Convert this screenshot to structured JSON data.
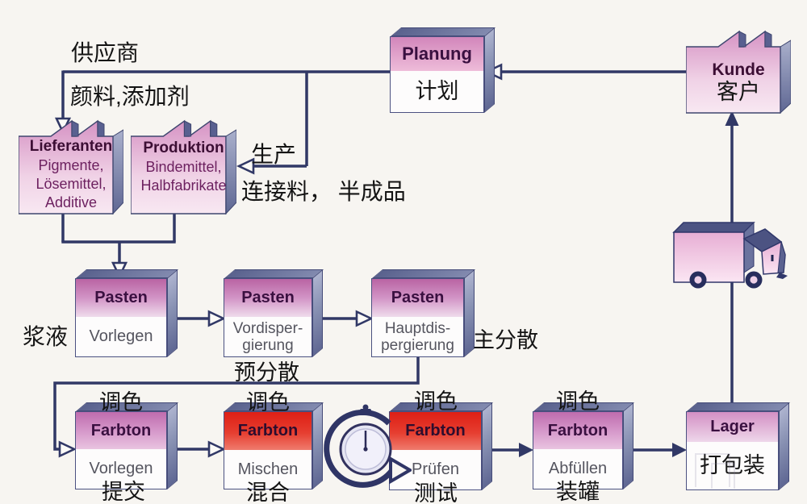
{
  "colors": {
    "connector": "#313866",
    "header_mauve": "#bb66a4",
    "header_red": "#dd2016",
    "factory_pink": "#d693c4",
    "background": "#f7f5f1"
  },
  "labels": {
    "supplier": "供应商",
    "materials": "颜料,添加剂",
    "production": "生产",
    "binder_semifinished": "连接料， 半成品",
    "paste": "浆液"
  },
  "nodes": {
    "planung": {
      "title": "Planung",
      "body": "计划"
    },
    "kunde": {
      "title": "Kunde",
      "body": "客户"
    },
    "lieferanten": {
      "title": "Lieferanten",
      "line1": "Pigmente,",
      "line2": "Lösemittel,",
      "line3": "Additive"
    },
    "produktion": {
      "title": "Produktion",
      "line1": "Bindemittel,",
      "line2": "Halbfabrikate"
    },
    "pasten_vorlegen": {
      "title": "Pasten",
      "body": "Vorlegen"
    },
    "pasten_vordispergierung": {
      "title": "Pasten",
      "line1": "Vordisper-",
      "line2": "gierung",
      "caption": "预分散"
    },
    "pasten_hauptdispergierung": {
      "title": "Pasten",
      "line1": "Hauptdis-",
      "line2": "pergierung",
      "caption": "主分散"
    },
    "farbton_vorlegen": {
      "title": "Farbton",
      "body": "Vorlegen",
      "caption_top": "调色",
      "caption_bottom": "提交"
    },
    "farbton_mischen": {
      "title": "Farbton",
      "body": "Mischen",
      "caption_top": "调色",
      "caption_bottom": "混合"
    },
    "farbton_pruefen": {
      "title": "Farbton",
      "body": "Prüfen",
      "caption_top": "调色",
      "caption_bottom": "测试"
    },
    "farbton_abfuellen": {
      "title": "Farbton",
      "body": "Abfüllen",
      "caption_top": "调色",
      "caption_bottom": "装罐"
    },
    "lager": {
      "title": "Lager",
      "body": "打包装"
    }
  },
  "icons": {
    "truck": "delivery-truck",
    "stopwatch": "stopwatch-timer",
    "factory": "factory-building"
  }
}
